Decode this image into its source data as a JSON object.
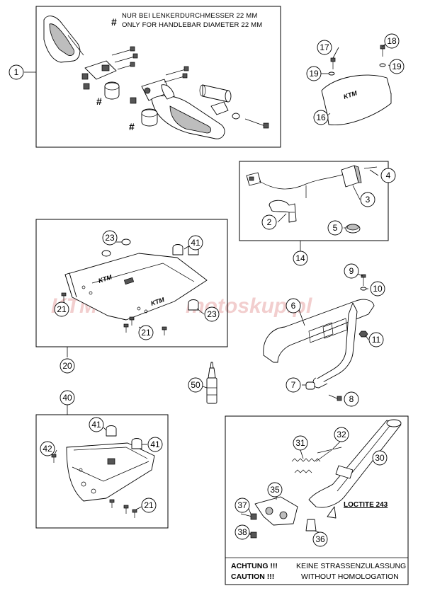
{
  "notes": {
    "hash_symbol": "#",
    "handlebar_de": "NUR BEI LENKERDURCHMESSER 22 MM",
    "handlebar_en": "ONLY FOR HANDLEBAR DIAMETER 22 MM",
    "loctite": "LOCTITE 243",
    "warning_label_de": "ACHTUNG !!!",
    "warning_text_de": "KEINE STRASSENZULASSUNG",
    "warning_label_en": "CAUTION !!!",
    "warning_text_en": "WITHOUT HOMOLOGATION"
  },
  "logos": {
    "ktm": "KTM"
  },
  "watermark": {
    "text": "motoskup.pl"
  },
  "callouts": {
    "c1": "1",
    "c2": "2",
    "c3": "3",
    "c4": "4",
    "c5": "5",
    "c6": "6",
    "c7": "7",
    "c8": "8",
    "c9": "9",
    "c10": "10",
    "c11": "11",
    "c14": "14",
    "c16": "16",
    "c17": "17",
    "c18": "18",
    "c19a": "19",
    "c19b": "19",
    "c20": "20",
    "c21a": "21",
    "c21b": "21",
    "c21c": "21",
    "c23a": "23",
    "c23b": "23",
    "c30": "30",
    "c31": "31",
    "c32": "32",
    "c35": "35",
    "c36": "36",
    "c37": "37",
    "c38": "38",
    "c40": "40",
    "c41a": "41",
    "c41b": "41",
    "c41c": "41",
    "c42": "42",
    "c50": "50"
  }
}
